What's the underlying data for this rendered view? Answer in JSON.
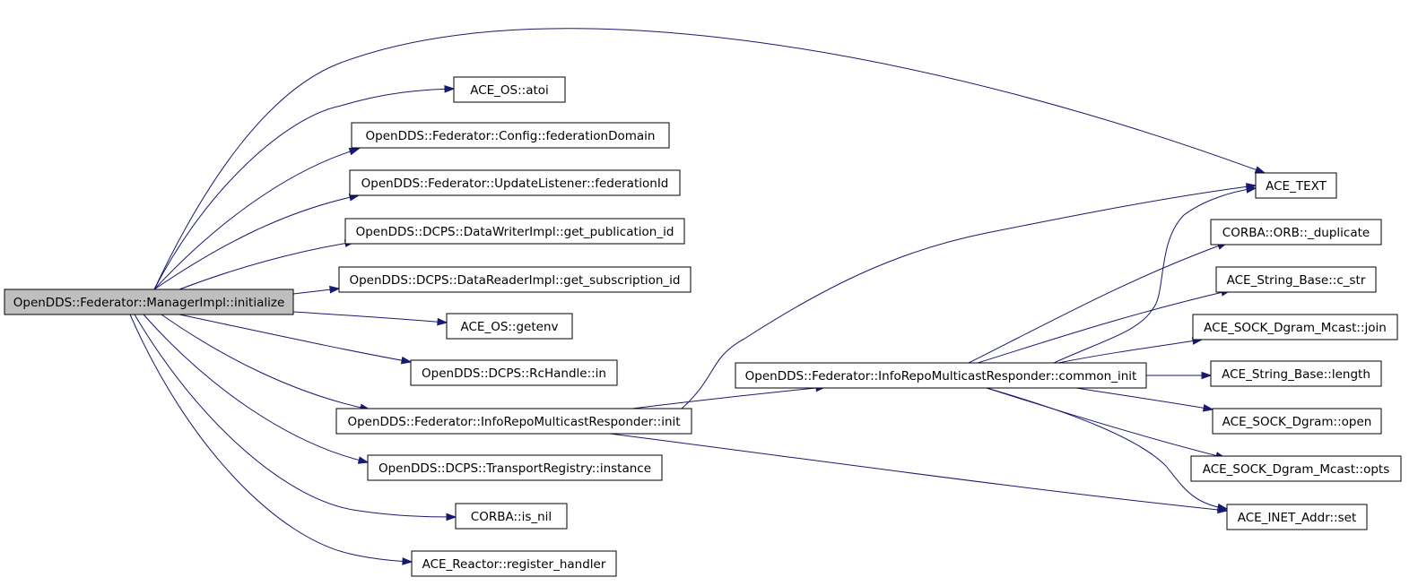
{
  "colors": {
    "edge": "#191970",
    "root_fill": "#bfbfbf",
    "node_fill": "#ffffff",
    "node_border": "#000000"
  },
  "nodes": [
    {
      "id": "mgr_initialize",
      "label": "OpenDDS::Federator::ManagerImpl::initialize",
      "root": true
    },
    {
      "id": "ace_text",
      "label": "ACE_TEXT"
    },
    {
      "id": "os_atoi",
      "label": "ACE_OS::atoi"
    },
    {
      "id": "cfg_domain",
      "label": "OpenDDS::Federator::Config::federationDomain"
    },
    {
      "id": "ul_fedid",
      "label": "OpenDDS::Federator::UpdateListener::federationId"
    },
    {
      "id": "dw_pubid",
      "label": "OpenDDS::DCPS::DataWriterImpl::get_publication_id"
    },
    {
      "id": "dr_subid",
      "label": "OpenDDS::DCPS::DataReaderImpl::get_subscription_id"
    },
    {
      "id": "os_getenv",
      "label": "ACE_OS::getenv"
    },
    {
      "id": "rc_in",
      "label": "OpenDDS::DCPS::RcHandle::in"
    },
    {
      "id": "irmr_init",
      "label": "OpenDDS::Federator::InfoRepoMulticastResponder::init"
    },
    {
      "id": "tr_instance",
      "label": "OpenDDS::DCPS::TransportRegistry::instance"
    },
    {
      "id": "corba_isnil",
      "label": "CORBA::is_nil"
    },
    {
      "id": "reactor_reg",
      "label": "ACE_Reactor::register_handler"
    },
    {
      "id": "irmr_common",
      "label": "OpenDDS::Federator::InfoRepoMulticastResponder::common_init"
    },
    {
      "id": "orb_dup",
      "label": "CORBA::ORB::_duplicate"
    },
    {
      "id": "str_cstr",
      "label": "ACE_String_Base::c_str"
    },
    {
      "id": "mcast_join",
      "label": "ACE_SOCK_Dgram_Mcast::join"
    },
    {
      "id": "str_length",
      "label": "ACE_String_Base::length"
    },
    {
      "id": "dgram_open",
      "label": "ACE_SOCK_Dgram::open"
    },
    {
      "id": "mcast_opts",
      "label": "ACE_SOCK_Dgram_Mcast::opts"
    },
    {
      "id": "inet_set",
      "label": "ACE_INET_Addr::set"
    }
  ],
  "edges": [
    {
      "from": "mgr_initialize",
      "to": "ace_text"
    },
    {
      "from": "mgr_initialize",
      "to": "os_atoi"
    },
    {
      "from": "mgr_initialize",
      "to": "cfg_domain"
    },
    {
      "from": "mgr_initialize",
      "to": "ul_fedid"
    },
    {
      "from": "mgr_initialize",
      "to": "dw_pubid"
    },
    {
      "from": "mgr_initialize",
      "to": "dr_subid"
    },
    {
      "from": "mgr_initialize",
      "to": "os_getenv"
    },
    {
      "from": "mgr_initialize",
      "to": "rc_in"
    },
    {
      "from": "mgr_initialize",
      "to": "irmr_init"
    },
    {
      "from": "mgr_initialize",
      "to": "tr_instance"
    },
    {
      "from": "mgr_initialize",
      "to": "corba_isnil"
    },
    {
      "from": "mgr_initialize",
      "to": "reactor_reg"
    },
    {
      "from": "irmr_init",
      "to": "ace_text"
    },
    {
      "from": "irmr_init",
      "to": "irmr_common"
    },
    {
      "from": "irmr_init",
      "to": "inet_set"
    },
    {
      "from": "irmr_common",
      "to": "ace_text"
    },
    {
      "from": "irmr_common",
      "to": "orb_dup"
    },
    {
      "from": "irmr_common",
      "to": "str_cstr"
    },
    {
      "from": "irmr_common",
      "to": "mcast_join"
    },
    {
      "from": "irmr_common",
      "to": "str_length"
    },
    {
      "from": "irmr_common",
      "to": "dgram_open"
    },
    {
      "from": "irmr_common",
      "to": "mcast_opts"
    },
    {
      "from": "irmr_common",
      "to": "inet_set"
    }
  ]
}
